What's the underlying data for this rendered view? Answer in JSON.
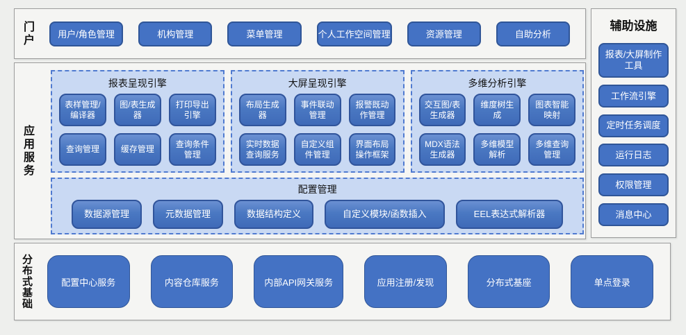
{
  "portal": {
    "label": "门户",
    "items": [
      "用户/角色管理",
      "机构管理",
      "菜单管理",
      "个人工作空间管理",
      "资源管理",
      "自助分析"
    ]
  },
  "app_services": {
    "label": "应用服务",
    "engines": [
      {
        "title": "报表呈现引擎",
        "items": [
          "表样管理/编译器",
          "图/表生成器",
          "打印导出引擎",
          "查询管理",
          "缓存管理",
          "查询条件管理"
        ]
      },
      {
        "title": "大屏呈现引擎",
        "items": [
          "布局生成器",
          "事件联动管理",
          "报警既动作管理",
          "实时数据查询服务",
          "自定义组件管理",
          "界面布局操作框架"
        ]
      },
      {
        "title": "多维分析引擎",
        "items": [
          "交互图/表生成器",
          "维度树生成",
          "图表智能映射",
          "MDX语法生成器",
          "多维模型解析",
          "多维查询管理"
        ]
      }
    ],
    "config": {
      "title": "配置管理",
      "items": [
        "数据源管理",
        "元数据管理",
        "数据结构定义",
        "自定义模块/函数插入",
        "EEL表达式解析器"
      ]
    }
  },
  "auxiliary": {
    "title": "辅助设施",
    "items": [
      "报表/大屏制作工具",
      "工作流引擎",
      "定时任务调度",
      "运行日志",
      "权限管理",
      "消息中心"
    ]
  },
  "distributed": {
    "label": "分布式基础",
    "items": [
      "配置中心服务",
      "内容仓库服务",
      "内部API网关服务",
      "应用注册/发现",
      "分布式基座",
      "单点登录"
    ]
  },
  "colors": {
    "node_blue": "#4472c4",
    "node_border": "#2f5597",
    "panel_bg": "#c9d9f3",
    "panel_border": "#4f7ad0"
  }
}
